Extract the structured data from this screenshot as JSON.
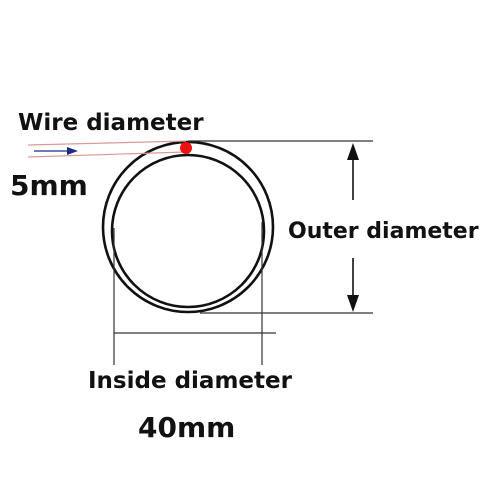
{
  "labels": {
    "wire_diameter": "Wire diameter",
    "wire_value": "5mm",
    "outer_diameter": "Outer diameter",
    "inside_diameter": "Inside diameter",
    "inside_value": "40mm"
  },
  "colors": {
    "background": "#ffffff",
    "ring": "#111111",
    "dimension_line": "#333333",
    "wire_guide": "#d99a9a",
    "wire_arrow": "#1c2a8c",
    "marker": "#ee1111"
  }
}
